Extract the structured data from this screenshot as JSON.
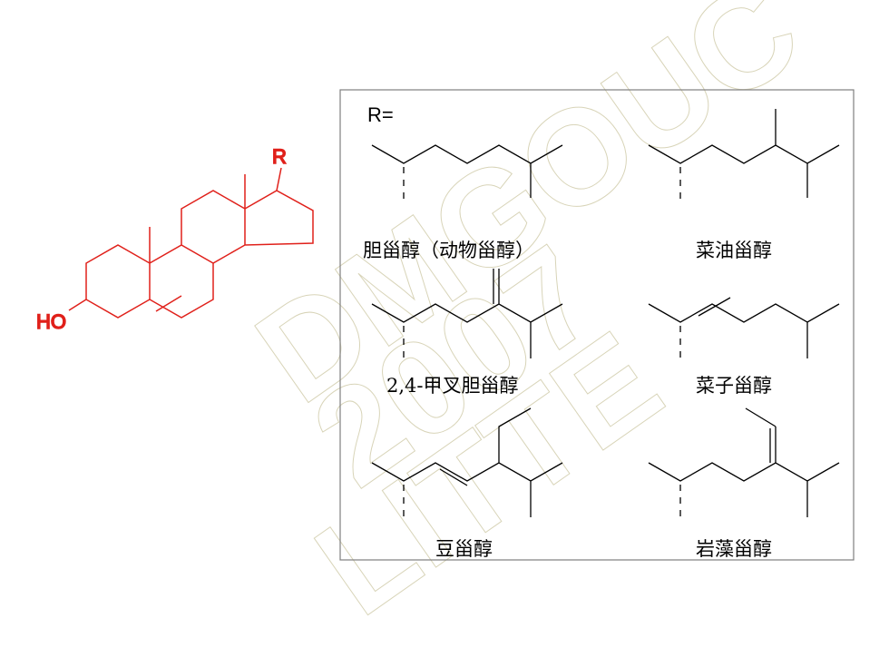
{
  "colors": {
    "core": "#e0201a",
    "side": "#000000",
    "frame": "#7f7f7f",
    "watermark": "#d8d4b8"
  },
  "core": {
    "r_label": "R",
    "ho_label": "HO"
  },
  "panel": {
    "r_prefix": "R=",
    "chains": [
      {
        "name": "胆甾醇（动物甾醇）"
      },
      {
        "name": "菜油甾醇"
      },
      {
        "name": "2,4-甲叉胆甾醇"
      },
      {
        "name": "菜子甾醇"
      },
      {
        "name": "豆甾醇"
      },
      {
        "name": "岩藻甾醇"
      }
    ]
  },
  "watermark": {
    "lines": [
      "DMGOUC",
      "2007",
      "LITTE"
    ]
  }
}
